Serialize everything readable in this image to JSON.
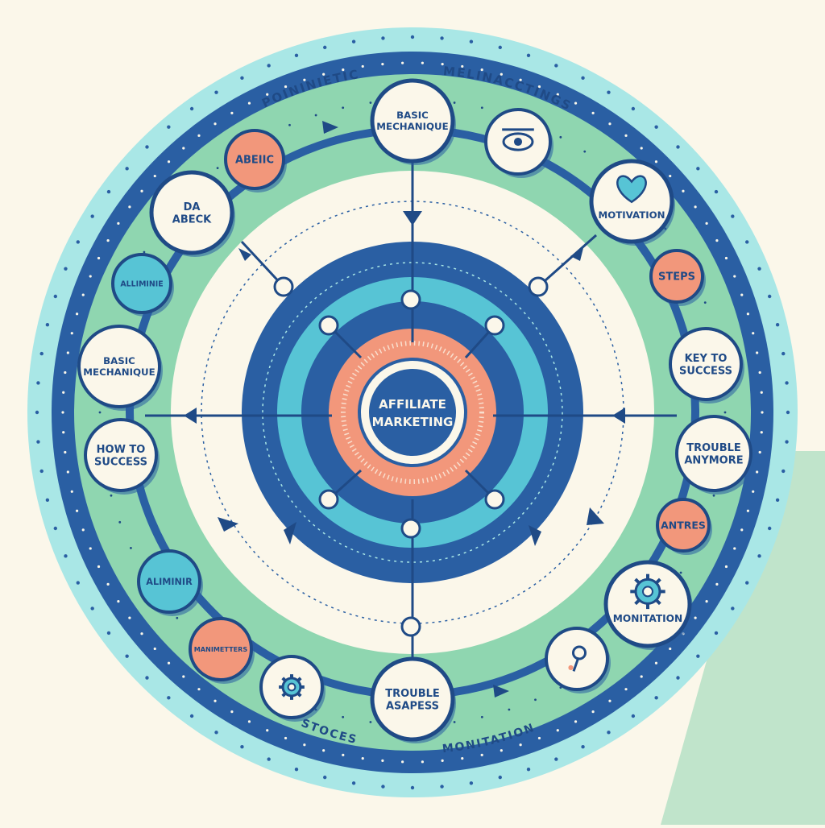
{
  "title_line1": "AFFILIATE",
  "title_line2": "MARKETING",
  "ring_labels": {
    "top_left": "POININIETIC",
    "top_right": "MELINACCTINGS",
    "bottom_left": "STOCES",
    "bottom_right": "MONITATION"
  },
  "colors": {
    "background": "#fbf7ea",
    "outer_ring": "#a9e7e6",
    "navy": "#2a5fa3",
    "green": "#8fd6b0",
    "cream": "#fbf7ea",
    "teal": "#57c4d5",
    "coral": "#f2977b",
    "node_stroke": "#1f4a86"
  },
  "nodes": [
    {
      "name": "node-basic-mechanique-top",
      "style": "cream-large",
      "lines": [
        "BASIC",
        "MECHANIQUE"
      ],
      "icon": ""
    },
    {
      "name": "node-eye-icon",
      "style": "cream",
      "lines": [],
      "icon": "eye-icon"
    },
    {
      "name": "node-heart-motivation",
      "style": "cream-large",
      "lines": [
        "MOTIVATION"
      ],
      "icon": "heart-icon"
    },
    {
      "name": "node-steps",
      "style": "coral",
      "lines": [
        "STEPS"
      ],
      "icon": ""
    },
    {
      "name": "node-key-to-success",
      "style": "cream",
      "lines": [
        "KEY TO",
        "SUCCESS"
      ],
      "icon": ""
    },
    {
      "name": "node-trouble-anymore",
      "style": "cream",
      "lines": [
        "TROUBLE",
        "ANYMORE"
      ],
      "icon": ""
    },
    {
      "name": "node-antres",
      "style": "coral",
      "lines": [
        "ANTRES"
      ],
      "icon": ""
    },
    {
      "name": "node-monitation-right",
      "style": "cream-large",
      "lines": [
        "MONITATION"
      ],
      "icon": "gear-icon"
    },
    {
      "name": "node-flower-icon",
      "style": "cream",
      "lines": [],
      "icon": "flower-icon"
    },
    {
      "name": "node-trouble-asapess",
      "style": "cream-large",
      "lines": [
        "TROUBLE",
        "ASAPESS"
      ],
      "icon": ""
    },
    {
      "name": "node-gear-bottom",
      "style": "cream",
      "lines": [],
      "icon": "gear-icon"
    },
    {
      "name": "node-manimetters",
      "style": "coral",
      "lines": [
        "MANIMETTERS"
      ],
      "icon": ""
    },
    {
      "name": "node-aliminir",
      "style": "teal",
      "lines": [
        "ALIMINIR"
      ],
      "icon": ""
    },
    {
      "name": "node-how-to-success",
      "style": "cream",
      "lines": [
        "HOW TO",
        "SUCCESS"
      ],
      "icon": ""
    },
    {
      "name": "node-basic-mechanique-left",
      "style": "cream",
      "lines": [
        "BASIC",
        "MECHANIQUE"
      ],
      "icon": ""
    },
    {
      "name": "node-alliminie",
      "style": "teal",
      "lines": [
        "ALLIMINIE"
      ],
      "icon": ""
    },
    {
      "name": "node-da-abeck",
      "style": "cream-large",
      "lines": [
        "DA",
        "ABECK"
      ],
      "icon": ""
    },
    {
      "name": "node-abeiic",
      "style": "coral",
      "lines": [
        "ABEIIC"
      ],
      "icon": ""
    }
  ]
}
